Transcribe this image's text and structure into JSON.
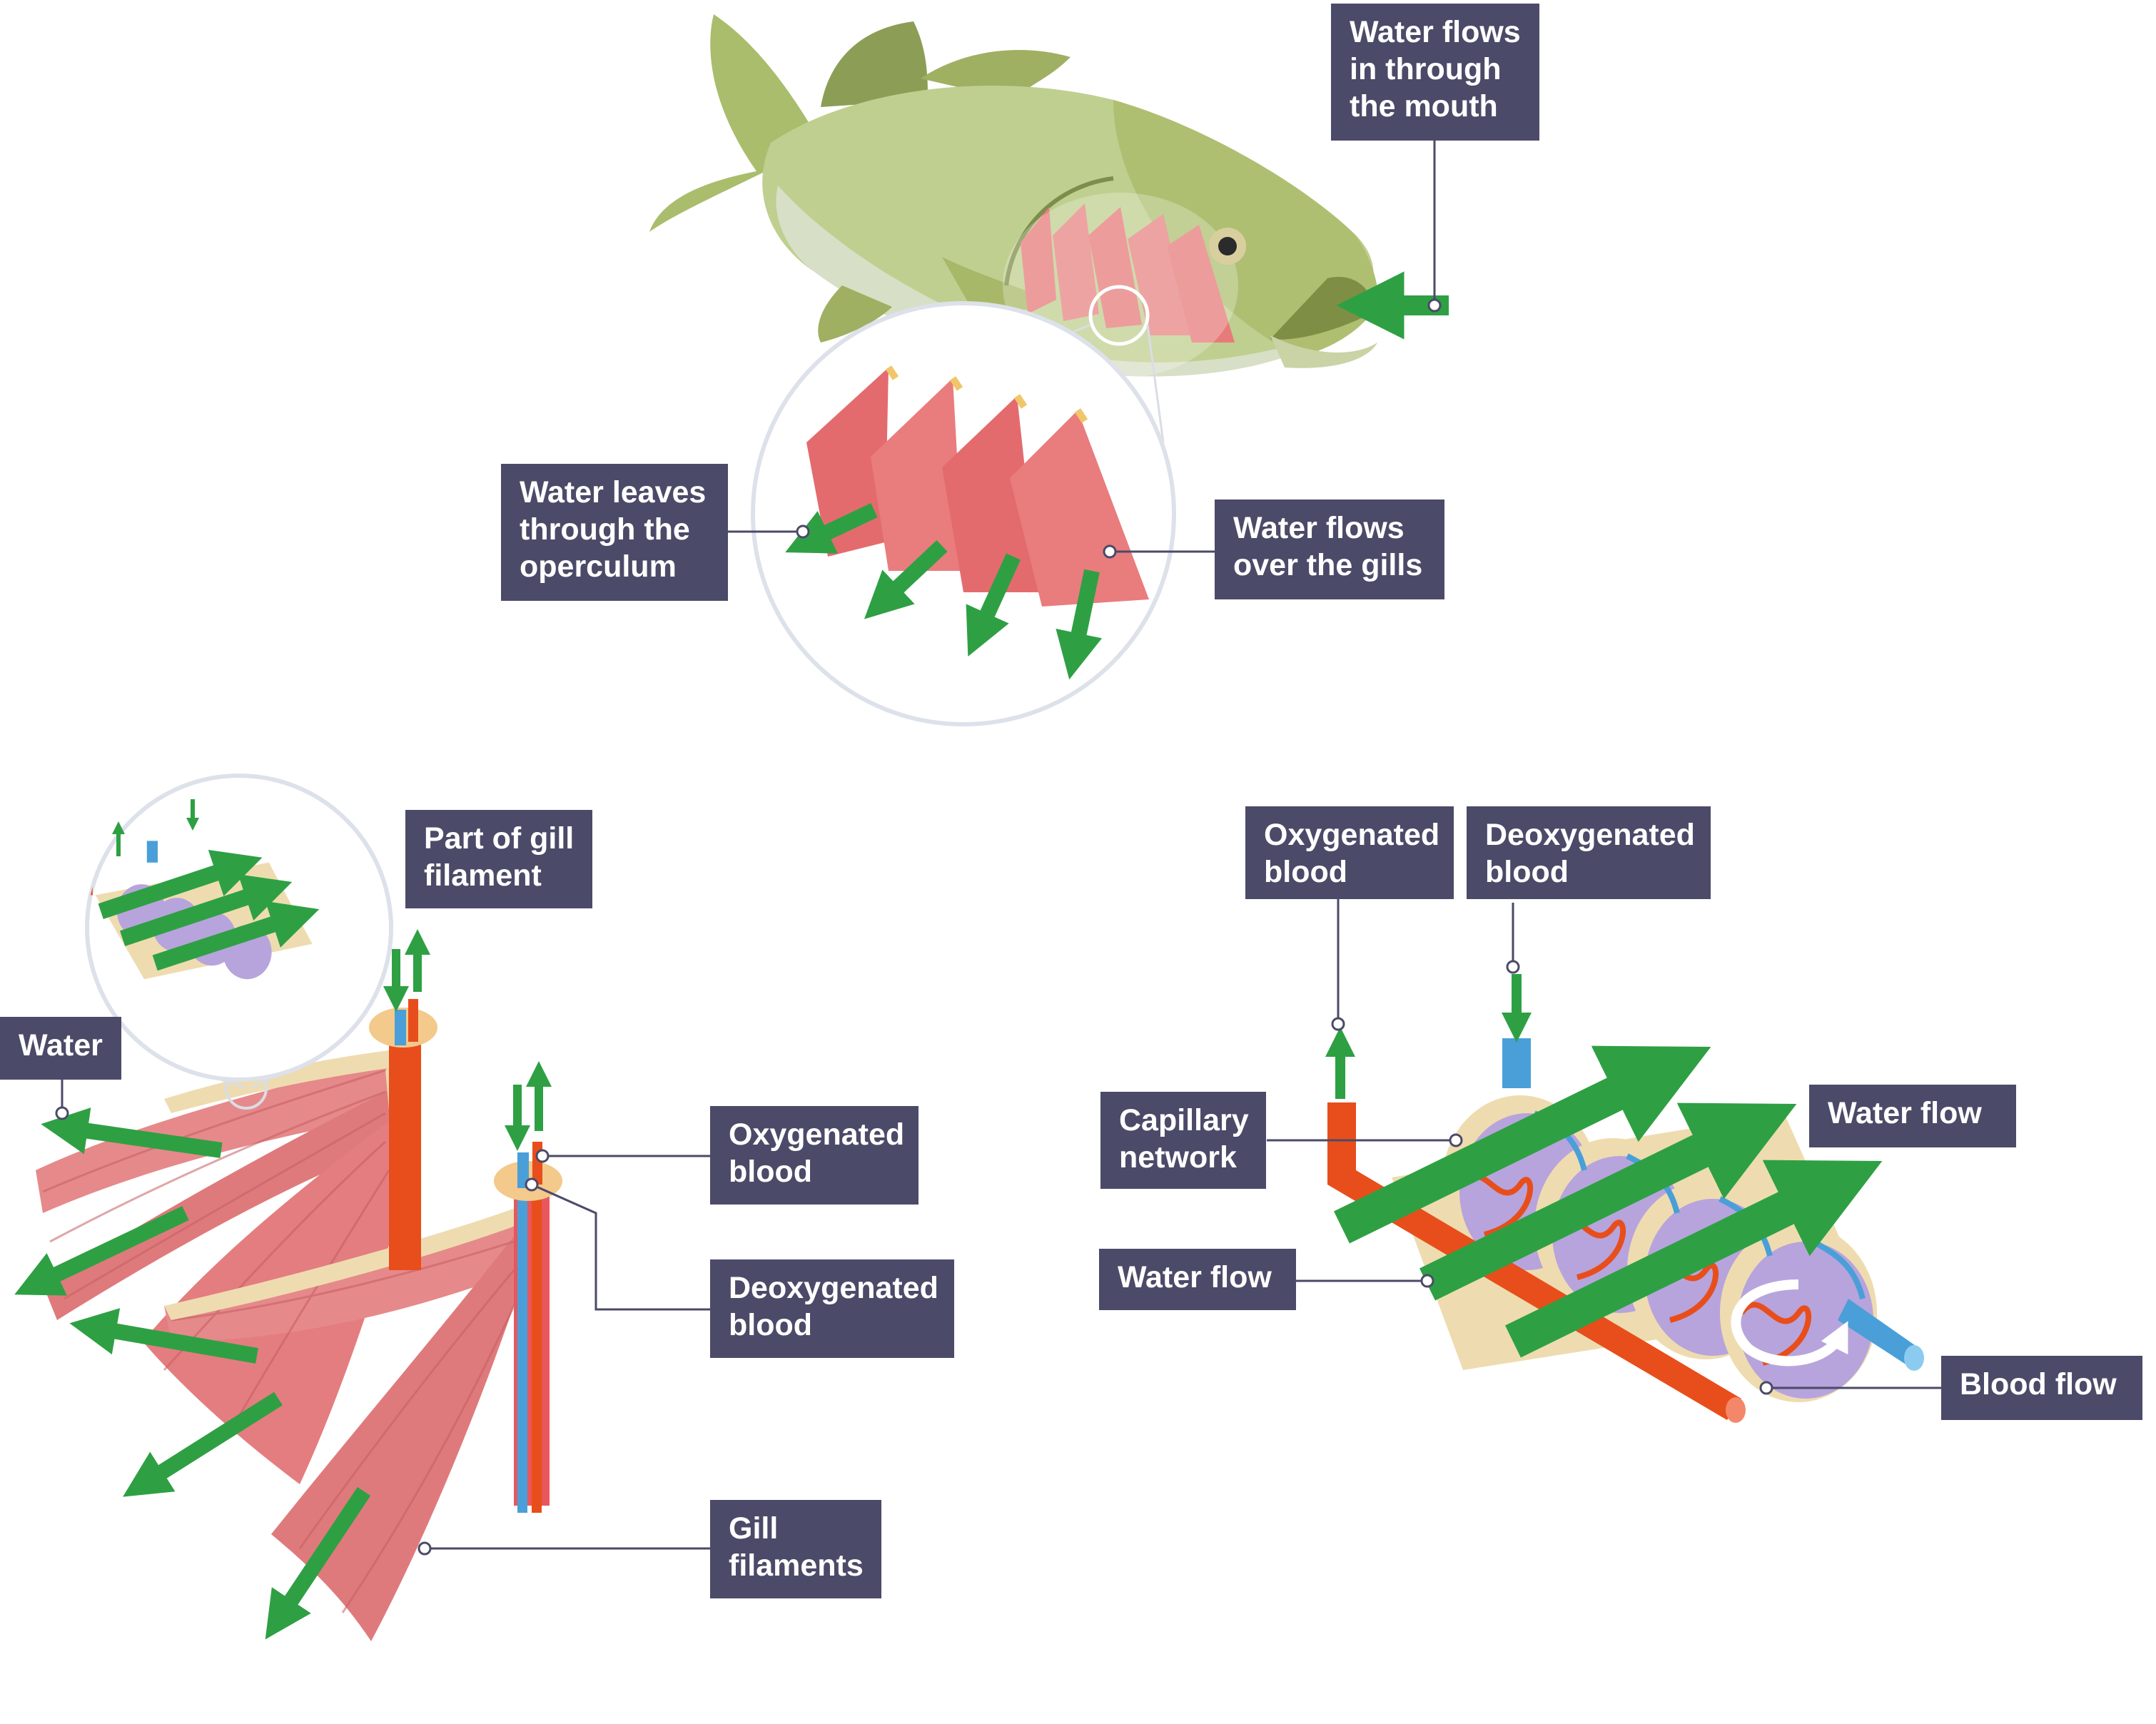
{
  "labels": {
    "mouth": [
      "Water flows",
      "in through",
      "the mouth"
    ],
    "operculum": [
      "Water leaves",
      "through the",
      "operculum"
    ],
    "over_gills": [
      "Water flows",
      "over the gills"
    ],
    "part_of_filament": [
      "Part of gill",
      "filament"
    ],
    "water": [
      "Water"
    ],
    "oxygenated_left": [
      "Oxygenated",
      "blood"
    ],
    "deoxygenated_left": [
      "Deoxygenated",
      "blood"
    ],
    "gill_filaments": [
      "Gill",
      "filaments"
    ],
    "oxygenated_right": [
      "Oxygenated",
      "blood"
    ],
    "deoxygenated_right": [
      "Deoxygenated",
      "blood"
    ],
    "capillary": [
      "Capillary",
      "network"
    ],
    "water_flow_right": [
      "Water flow"
    ],
    "water_flow_left": [
      "Water flow"
    ],
    "blood_flow": [
      "Blood flow"
    ]
  },
  "colors": {
    "label_bg": "#4b4a68",
    "label_text": "#ffffff",
    "water_arrow": "#2ea043",
    "gill_tissue": "#e77b7b",
    "oxygenated_vessel": "#e84e1b",
    "deoxygenated_vessel": "#4a9fd8",
    "capillary_purple": "#b7a4dc",
    "cartilage": "#eedcb0",
    "fish_body": "#b9c98a"
  }
}
